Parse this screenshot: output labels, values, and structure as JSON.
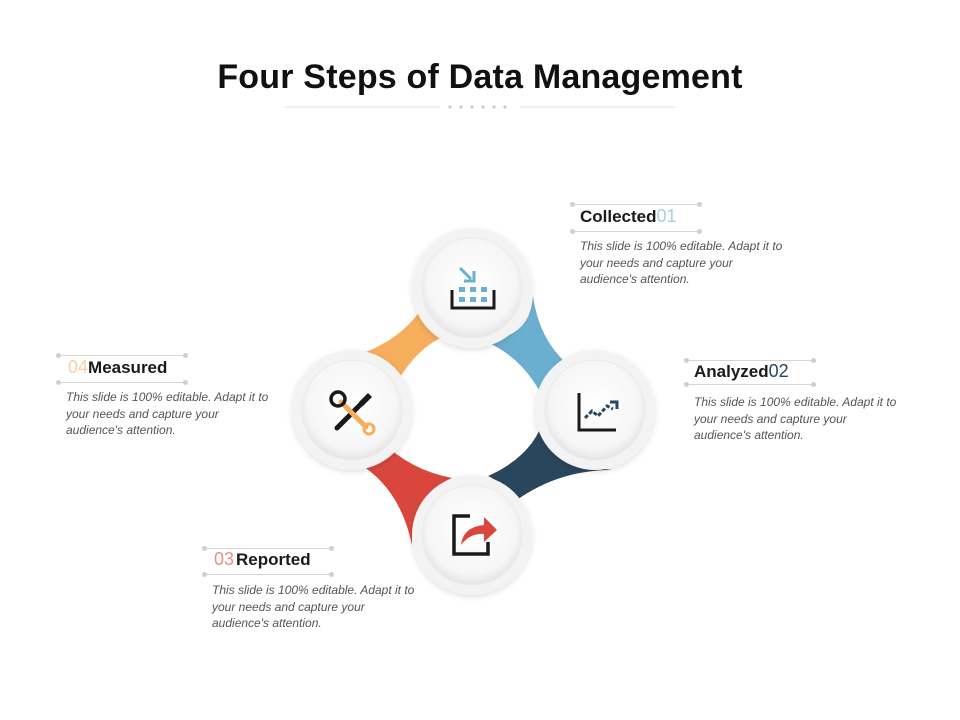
{
  "title": "Four Steps of Data Management",
  "colors": {
    "collected": "#6aafd0",
    "analyzed": "#2a465c",
    "reported": "#d9473c",
    "measured": "#f6ad5c",
    "num_collected": "#a9cfe2",
    "num_analyzed": "#2a465c",
    "num_reported": "#e8908a",
    "num_measured": "#f8cfa4"
  },
  "steps": [
    {
      "id": "collected",
      "label": "Collected",
      "number": "01",
      "icon": "data-import-icon",
      "description": "This slide is 100% editable. Adapt it to your needs and capture your audience's attention."
    },
    {
      "id": "analyzed",
      "label": "Analyzed",
      "number": "02",
      "icon": "line-chart-icon",
      "description": "This slide is 100% editable. Adapt it to your needs and capture your audience's attention."
    },
    {
      "id": "reported",
      "label": "Reported",
      "number": "03",
      "icon": "share-export-icon",
      "description": "This slide is 100% editable. Adapt it to your needs and capture your audience's attention."
    },
    {
      "id": "measured",
      "label": "Measured",
      "number": "04",
      "icon": "tools-icon",
      "description": "This slide is 100% editable. Adapt it to your needs and capture your audience's attention."
    }
  ]
}
